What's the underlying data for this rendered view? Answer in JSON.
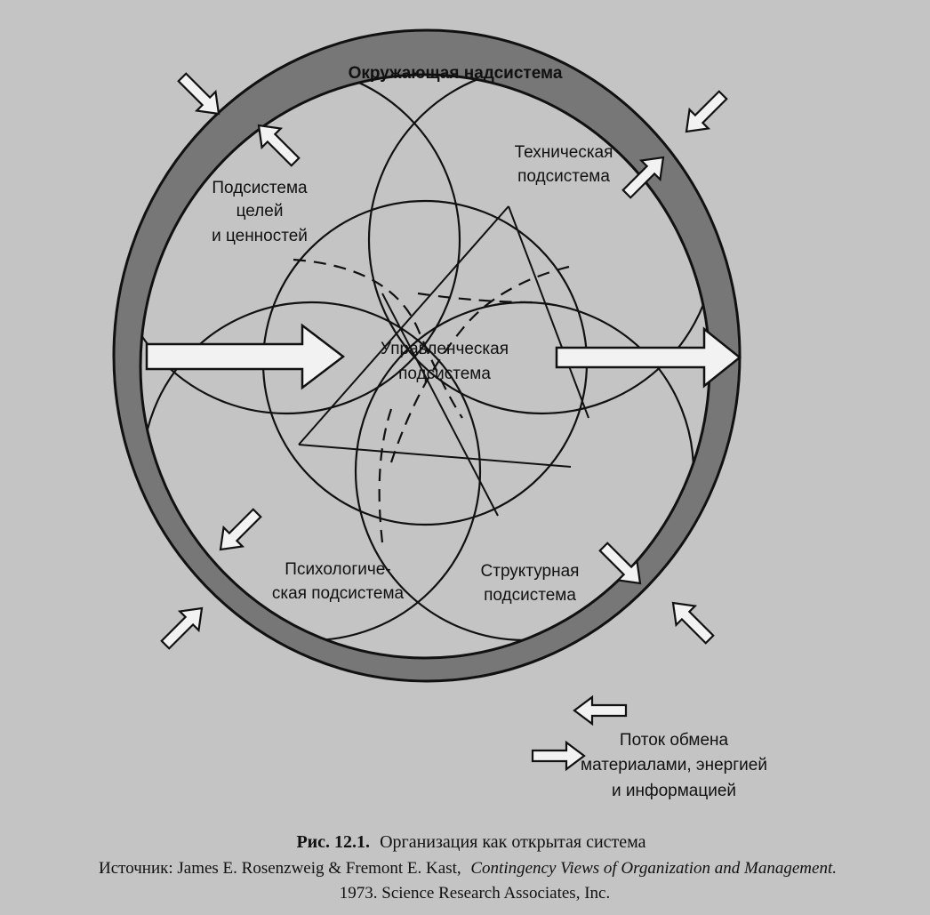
{
  "diagram": {
    "outer_label": "Окружающая надсистема",
    "subsystems": {
      "goals": [
        "Подсистема",
        "целей",
        "и ценностей"
      ],
      "technical": [
        "Техническая",
        "подсистема"
      ],
      "managerial": [
        "Управленческая",
        "подсистема"
      ],
      "psychological": [
        "Психологиче-",
        "ская подсистема"
      ],
      "structural": [
        "Структурная",
        "подсистема"
      ]
    },
    "legend": [
      "Поток обмена",
      "материалами, энергией",
      "и информацией"
    ],
    "colors": {
      "background": "#c4c4c4",
      "ring": "#777777",
      "line": "#111111"
    }
  },
  "caption": {
    "figure_number": "Рис. 12.1.",
    "figure_title": "Организация как открытая система",
    "source_prefix": "Источник: James E. Rosenzweig & Fremont E. Kast,",
    "source_title": "Contingency Views of Organization and Management.",
    "source_line2": "1973. Science Research Associates, Inc."
  }
}
